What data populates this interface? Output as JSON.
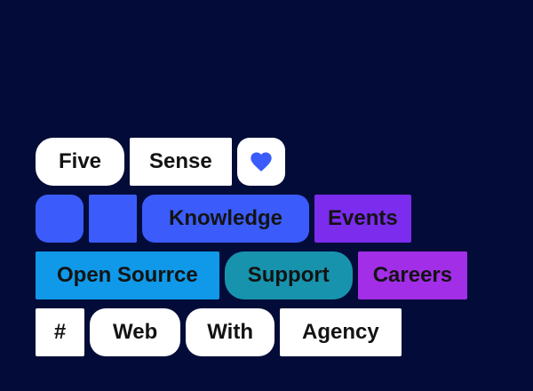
{
  "canvas": {
    "background": "#030c38",
    "text_color": "#131313"
  },
  "palette": {
    "white": "#ffffff",
    "royal_blue": "#3b5cfb",
    "sky_blue": "#0f99e8",
    "teal": "#1793ae",
    "violet": "#7b2cec",
    "magenta_purple": "#a32ee8",
    "heart_blue": "#3b5cfb"
  },
  "rows": [
    {
      "items": [
        {
          "label": "Five"
        },
        {
          "label": "Sense"
        },
        {
          "icon": "heart-icon",
          "label": ""
        }
      ]
    },
    {
      "items": [
        {
          "label": ""
        },
        {
          "label": ""
        },
        {
          "label": "Knowledge"
        },
        {
          "label": "Events"
        }
      ]
    },
    {
      "items": [
        {
          "label": "Open Sourrce"
        },
        {
          "label": "Support"
        },
        {
          "label": "Careers"
        }
      ]
    },
    {
      "items": [
        {
          "label": "#"
        },
        {
          "label": "Web"
        },
        {
          "label": "With"
        },
        {
          "label": "Agency"
        }
      ]
    }
  ]
}
